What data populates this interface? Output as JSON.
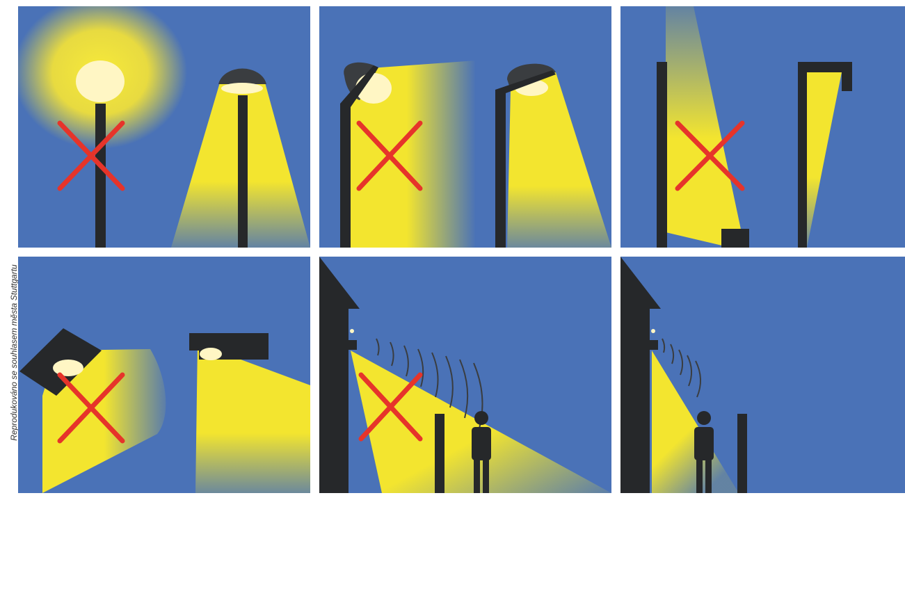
{
  "credit": "Reprodukováno se souhlasem města Stuttgartu",
  "colors": {
    "sky": "#4a72b7",
    "light": "#f3e52f",
    "pole": "#26282a",
    "cross": "#e6342a",
    "lamp_glow": "#fff6c4"
  },
  "panels": [
    {
      "position": "top-left",
      "verdict": "incorrect",
      "icon": "red-cross-icon"
    },
    {
      "position": "top-middle",
      "verdict": "incorrect",
      "icon": "red-cross-icon"
    },
    {
      "position": "top-right",
      "verdict": "incorrect",
      "icon": "red-cross-icon"
    },
    {
      "position": "bottom-left",
      "verdict": "incorrect",
      "icon": "red-cross-icon"
    },
    {
      "position": "bottom-middle",
      "verdict": "incorrect",
      "icon": "red-cross-icon"
    },
    {
      "position": "bottom-right",
      "verdict": "correct"
    }
  ]
}
